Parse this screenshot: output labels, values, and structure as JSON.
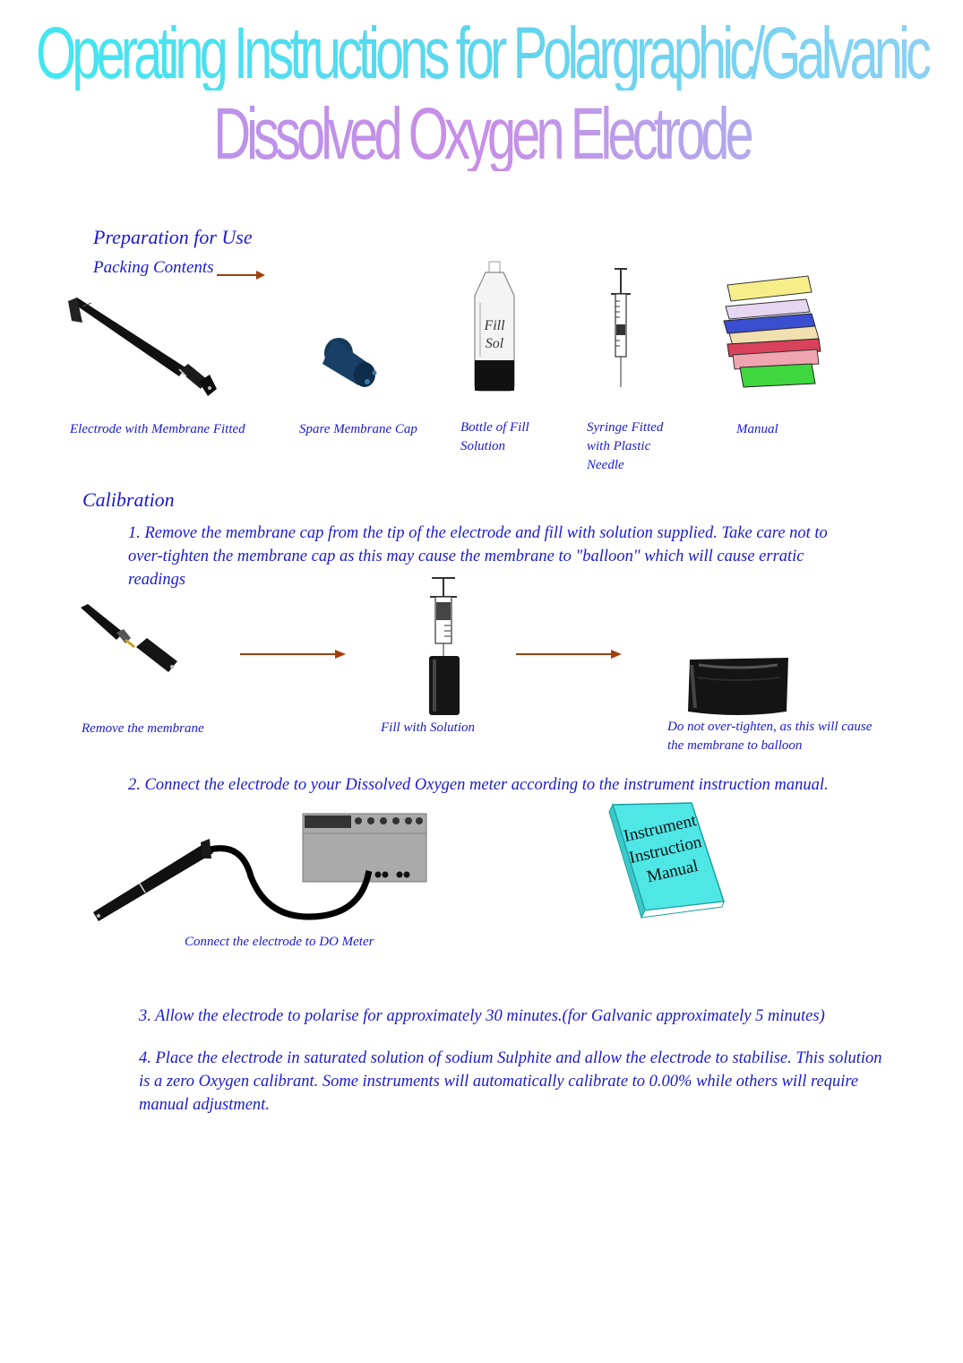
{
  "title": {
    "line1": "Operating Instructions for Polargraphic/Galvanic",
    "line2": "Dissolved Oxygen Electrode"
  },
  "preparation": {
    "heading": "Preparation for Use",
    "subheading": "Packing Contents",
    "bottle_label": "Fill Sol",
    "items": [
      {
        "caption": "Electrode with Membrane Fitted",
        "icon": "electrode-icon"
      },
      {
        "caption": "Spare Membrane Cap",
        "icon": "membrane-cap-icon"
      },
      {
        "caption": "Bottle of Fill Solution",
        "icon": "bottle-icon"
      },
      {
        "caption": "Syringe Fitted with Plastic Needle",
        "icon": "syringe-icon"
      },
      {
        "caption": "Manual",
        "icon": "books-icon"
      }
    ]
  },
  "calibration": {
    "heading": "Calibration",
    "step1": "1. Remove the membrane cap from the tip of the electrode and fill with solution supplied. Take care not to over-tighten the membrane cap as this may cause the membrane to \"balloon\" which will cause erratic readings",
    "step1_images": [
      {
        "caption": "Remove the membrane"
      },
      {
        "caption": "Fill with Solution"
      },
      {
        "caption": "Do not over-tighten, as this will cause the membrane to balloon"
      }
    ],
    "step2": "2. Connect the electrode to your Dissolved Oxygen meter according to the instrument instruction manual.",
    "step2_caption": "Connect the electrode to DO Meter",
    "manual_book_label": "Instrument Instruction Manual",
    "step3": "3. Allow the electrode to polarise for approximately 30 minutes.(for Galvanic approximately 5 minutes)",
    "step4": "4. Place the electrode in saturated solution of sodium Sulphite and allow the electrode to stabilise. This solution is a zero Oxygen calibrant. Some instruments will automatically calibrate to 0.00% while others will require manual adjustment."
  },
  "colors": {
    "text": "#1a1ad0",
    "arrow": "#a0400f",
    "title1": "#3fe8f0",
    "title2": "#b197ea",
    "book": "#4fe6e6"
  }
}
